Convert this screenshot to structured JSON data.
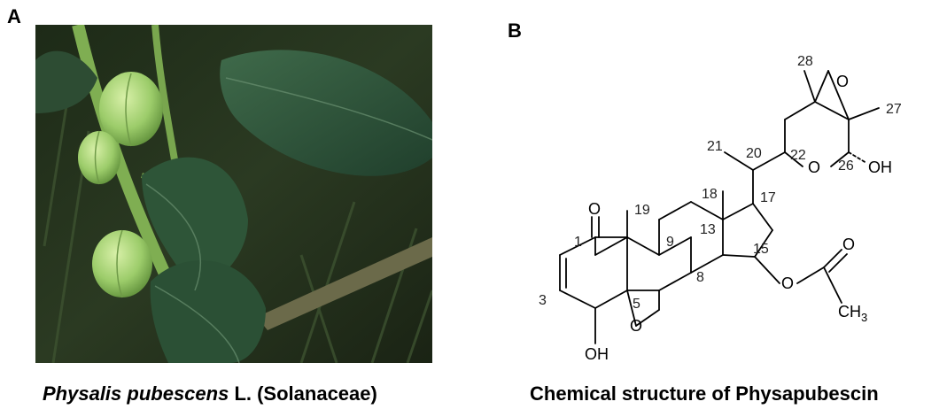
{
  "panels": {
    "a": {
      "letter": "A",
      "caption_italic": "Physalis pubescens",
      "caption_rest": " L. (Solanaceae)"
    },
    "b": {
      "letter": "B",
      "caption": "Chemical structure of Physapubescin"
    }
  },
  "structure": {
    "atoms": {
      "o_ketone": "O",
      "o_epoxide": "O",
      "oh_c4": "OH",
      "o_acetate_ester": "O",
      "o_acetate_carbonyl": "O",
      "ch3": "CH",
      "ch3_sub": "3",
      "o_ring": "O",
      "oh_c26": "OH",
      "o_side_epoxide": "O"
    },
    "numbers": {
      "n1": "1",
      "n3": "3",
      "n5": "5",
      "n8": "8",
      "n9": "9",
      "n13": "13",
      "n15": "15",
      "n17": "17",
      "n18": "18",
      "n19": "19",
      "n20": "20",
      "n21": "21",
      "n22": "22",
      "n26": "26",
      "n27": "27",
      "n28": "28"
    }
  }
}
